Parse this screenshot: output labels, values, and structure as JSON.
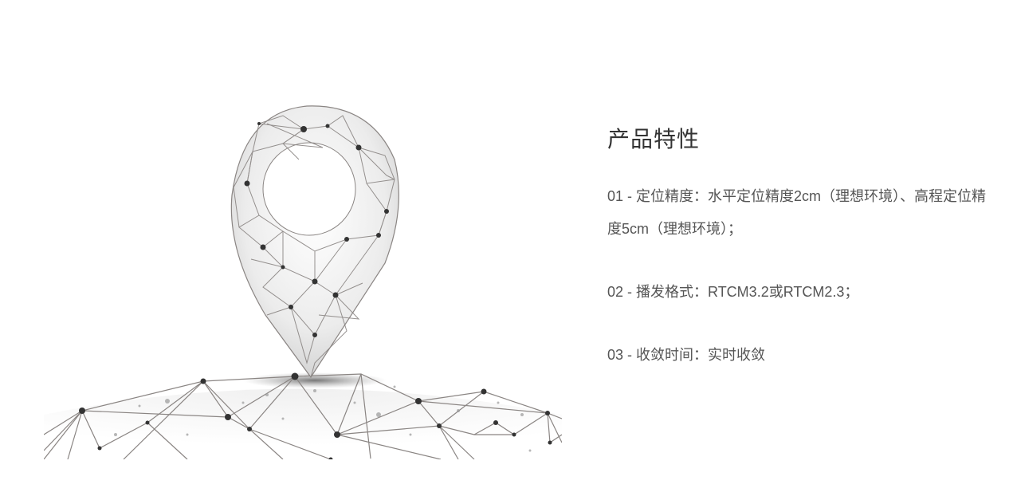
{
  "illustration": {
    "description": "geometric-location-pin-on-globe-mesh",
    "colors": {
      "line": "#8a8583",
      "node": "#333333",
      "shade": "#e6e6e6"
    }
  },
  "features": {
    "title": "产品特性",
    "items": [
      {
        "text": "01 - 定位精度：水平定位精度2cm（理想环境）、高程定位精度5cm（理想环境）；"
      },
      {
        "text": "02 - 播发格式：RTCM3.2或RTCM2.3；"
      },
      {
        "text": "03 - 收敛时间：实时收敛"
      }
    ]
  }
}
